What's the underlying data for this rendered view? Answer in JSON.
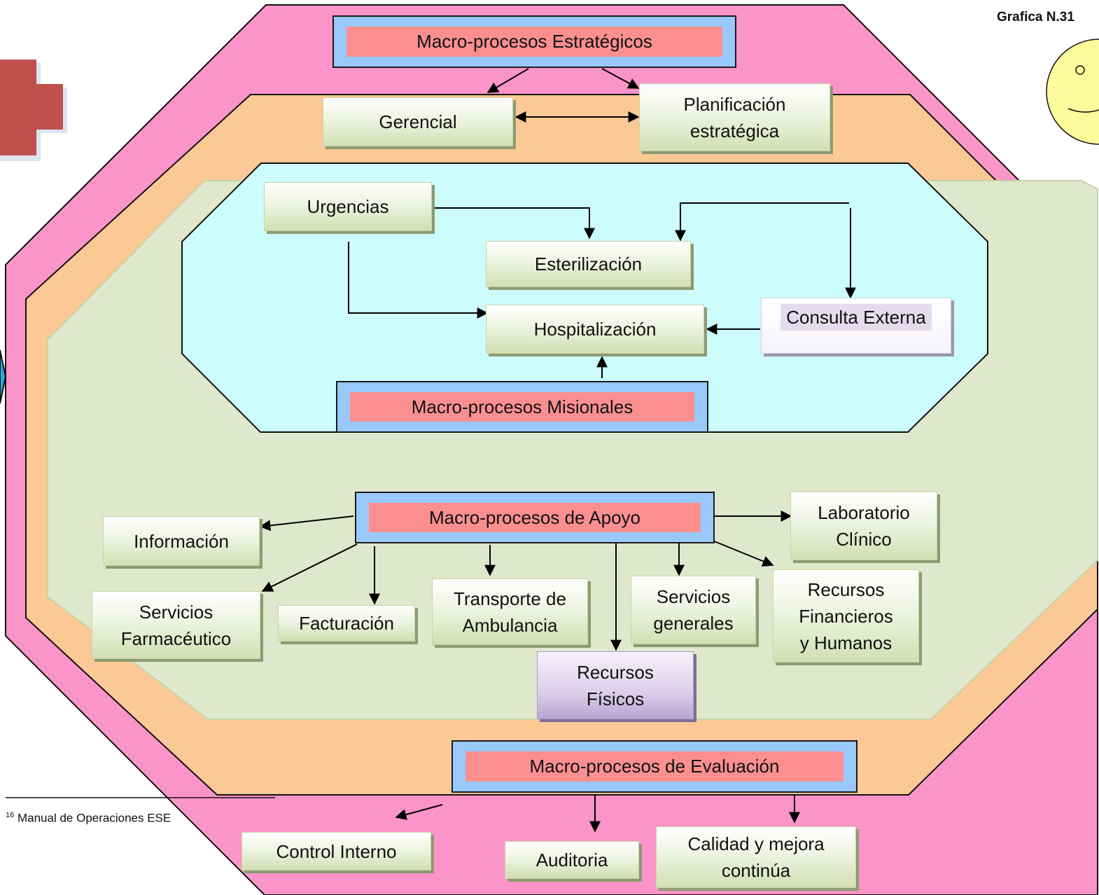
{
  "figure_label": "Grafica N.31",
  "footnote": {
    "number": "16",
    "text": "Manual de Operaciones ESE"
  },
  "macros": {
    "strategic": "Macro-procesos Estratégicos",
    "missional": "Macro-procesos Misionales",
    "support": "Macro-procesos de Apoyo",
    "evaluation": "Macro-procesos de Evaluación"
  },
  "strategic_processes": {
    "gerencial": "Gerencial",
    "planificacion": "Planificación\nestratégica"
  },
  "missional_processes": {
    "urgencias": "Urgencias",
    "esterilizacion": "Esterilización",
    "hospitalizacion": "Hospitalización",
    "consulta_externa": "Consulta Externa"
  },
  "support_processes": {
    "informacion": "Información",
    "laboratorio": "Laboratorio\nClínico",
    "farmaceutico": "Servicios\nFarmacéutico",
    "facturacion": "Facturación",
    "transporte": "Transporte de\nAmbulancia",
    "servicios_generales": "Servicios\ngenerales",
    "recursos_financieros": "Recursos\nFinancieros\ny Humanos",
    "recursos_fisicos": "Recursos\nFísicos"
  },
  "evaluation_processes": {
    "control_interno": "Control Interno",
    "auditoria": "Auditoria",
    "calidad": "Calidad y mejora\ncontinúa"
  },
  "colors": {
    "outer_octagon": "#fb94c8",
    "middle_octagon": "#fbc896",
    "inner_octagon": "#ccfcfc",
    "support_area": "#dfe8cc",
    "macro_frame": "#99c9fb",
    "macro_label": "#fb8f90",
    "cross": "#c0504d",
    "smiley": "#fcfc9c"
  }
}
